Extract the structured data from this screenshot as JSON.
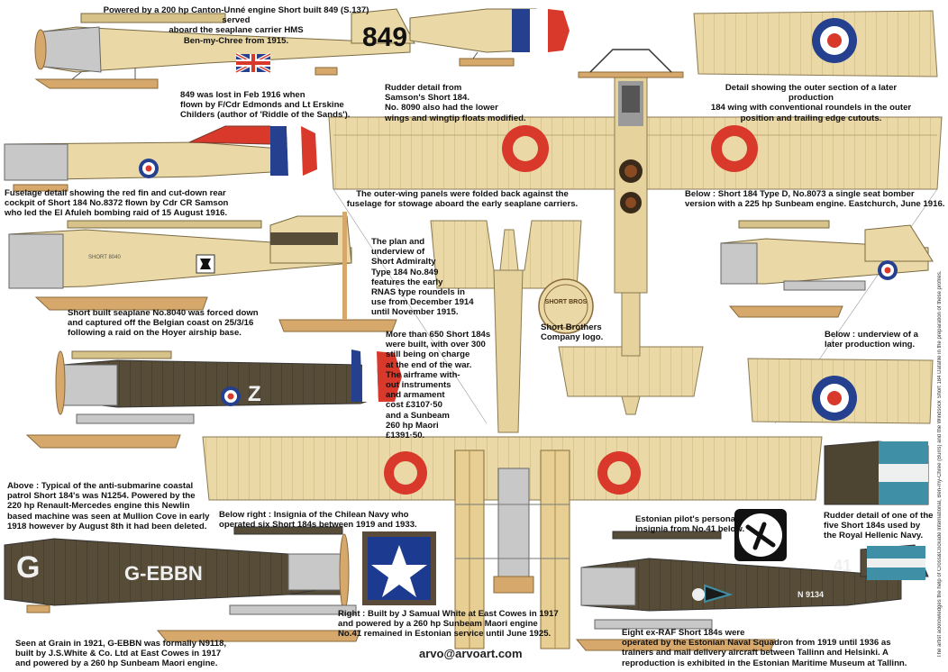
{
  "colors": {
    "linen": "#ead9a6",
    "linen_dark": "#d7c28a",
    "dope_brown": "#4e4432",
    "aluminium": "#c8c8c8",
    "roundel_red": "#d8392b",
    "roundel_blue": "#24408f",
    "rudder_blue": "#2b4a9c",
    "hellenic_blue": "#3f8fa6",
    "chile_blue": "#1c3a8f",
    "wood": "#d7a86b"
  },
  "markings": {
    "serial_849": "849",
    "code_z": "Z",
    "code_g": "G",
    "reg_gebbn": "G-EBBN",
    "code_41": "41",
    "serial_n9134": "N 9134",
    "fuselage_8040": "SHORT 8040",
    "logo_text": "SHORT BROS"
  },
  "captions": {
    "c1": "Powered by a 200 hp Canton-Unné engine Short built 849 (S.137) served\naboard the seaplane carrier HMS\nBen-my-Chree from 1915.",
    "c2": "849 was lost in Feb 1916 when\nflown by F/Cdr Edmonds and Lt Erskine\nChilders (author of 'Riddle of the Sands').",
    "c3": "Rudder detail from\nSamson's Short 184.\nNo. 8090 also had the lower\nwings and wingtip floats modified.",
    "c4": "Detail showing the outer section of a later production\n184 wing with conventional roundels in the outer\nposition and trailing edge cutouts.",
    "c5": "Fuselage detail showing the red fin and cut-down rear\ncockpit of Short 184 No.8372 flown by Cdr CR Samson\nwho led the El Afuleh bombing raid of 15 August 1916.",
    "c6": "The outer-wing panels were folded back against the\nfuselage for stowage aboard the early seaplane carriers.",
    "c7": "Below : Short 184 Type D, No.8073 a single seat bomber\nversion with a 225 hp Sunbeam engine. Eastchurch, June 1916.",
    "c8": "The plan and\nunderview of\nShort Admiralty\nType 184 No.849\nfeatures the early\nRNAS type roundels in\nuse from December 1914\nuntil November 1915.",
    "c9": "Short Brothers\nCompany logo.",
    "c10": "Short built seaplane No.8040 was forced down\nand captured off the Belgian coast on 25/3/16\nfollowing a raid on the Hoyer airship base.",
    "c11": "More than 650 Short 184s\nwere built, with over 300\nstill being on charge\nat the end of the war.\nThe airframe with-\nout instruments\nand armament\ncost £3107·50\nand a Sunbeam\n260 hp Maori\n£1391·50.",
    "c12": "Below : underview of a\nlater production wing.",
    "c13": "Above : Typical of the anti-submarine coastal\npatrol Short 184's was N1254. Powered by the\n220 hp Renault-Mercedes engine this Newlin\nbased machine was seen at Mullion Cove in early\n1918 however by August 8th it had been deleted.",
    "c14": "Below right : Insignia of the Chilean Navy who\noperated six Short 184s between 1919 and 1933.",
    "c15": "Estonian pilot's personal\ninsignia from No.41 below.",
    "c16": "Rudder detail of one of the\nfive Short 184s used by\nthe Royal Hellenic Navy.",
    "c17": "Seen at Grain in 1921, G-EBBN was formally N9118,\nbuilt by J.S.White & Co. Ltd at East Cowes in 1917\nand powered by a 260 hp Sunbeam Maori engine.",
    "c18": "Right : Built by J Samual White at East Cowes in 1917\nand powered by a 260 hp Sunbeam Maori engine\nNo.41 remained in Estonian service until June 1925.",
    "c19": "Eight ex-RAF Short 184s were\noperated by the Estonian Naval Squadron from 1919 until 1936 as\ntrainers and mail delivery aircraft between Tallinn and Helsinki. A\nreproduction is exhibited in the Estonian Maritime Museum at Tallinn."
  },
  "signature": "arvo@arvoart.com",
  "side_credit": "The artist acknowledges the help of Cross&Cockade International, Ben-my-Chree (Burrs) and the Windsock Short 184 Datafile in the preparation of these profiles."
}
